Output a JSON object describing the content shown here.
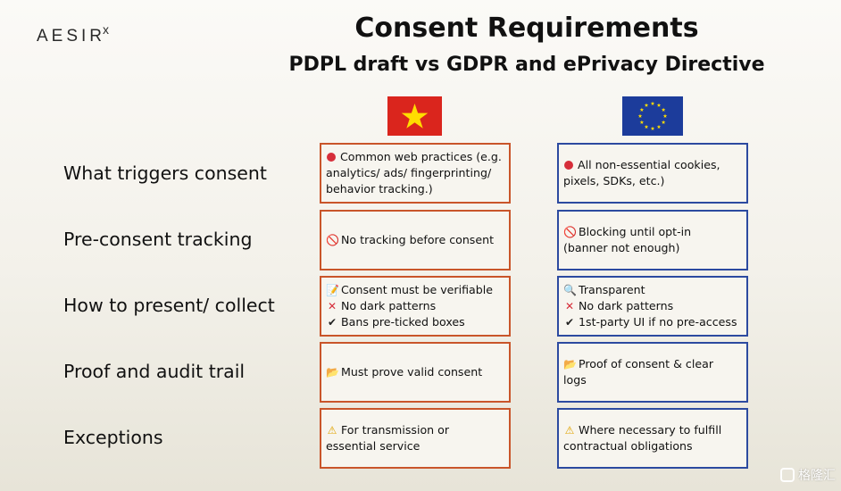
{
  "logo": {
    "text": "AESIR",
    "mark": "x"
  },
  "title": "Consent Requirements",
  "subtitle": "PDPL draft vs GDPR and ePrivacy Directive",
  "flags": {
    "vn_icon": "vietnam-flag-icon",
    "eu_icon": "eu-flag-icon"
  },
  "rows": [
    {
      "label": "What triggers consent",
      "vn": [
        "Common web practices (e.g.",
        "analytics/ ads/ fingerprinting/",
        "behavior tracking.)"
      ],
      "eu": [
        "All non-essential cookies,",
        "pixels, SDKs, etc.)"
      ]
    },
    {
      "label": "Pre-consent tracking",
      "vn": [
        "No tracking before consent"
      ],
      "eu": [
        "Blocking until opt-in",
        "(banner not enough)"
      ]
    },
    {
      "label": "How to present/ collect",
      "vn": [
        "Consent must be verifiable",
        "No dark patterns",
        "Bans pre-ticked boxes"
      ],
      "eu": [
        "Transparent",
        "No dark patterns",
        "1st-party UI if no pre-access"
      ]
    },
    {
      "label": "Proof and audit trail",
      "vn": [
        "Must prove valid consent"
      ],
      "eu": [
        "Proof of consent & clear",
        "logs"
      ]
    },
    {
      "label": "Exceptions",
      "vn": [
        "For transmission or",
        "essential service"
      ],
      "eu": [
        "Where necessary to fulfill",
        "contractual obligations"
      ]
    }
  ],
  "watermark": "格隆汇"
}
